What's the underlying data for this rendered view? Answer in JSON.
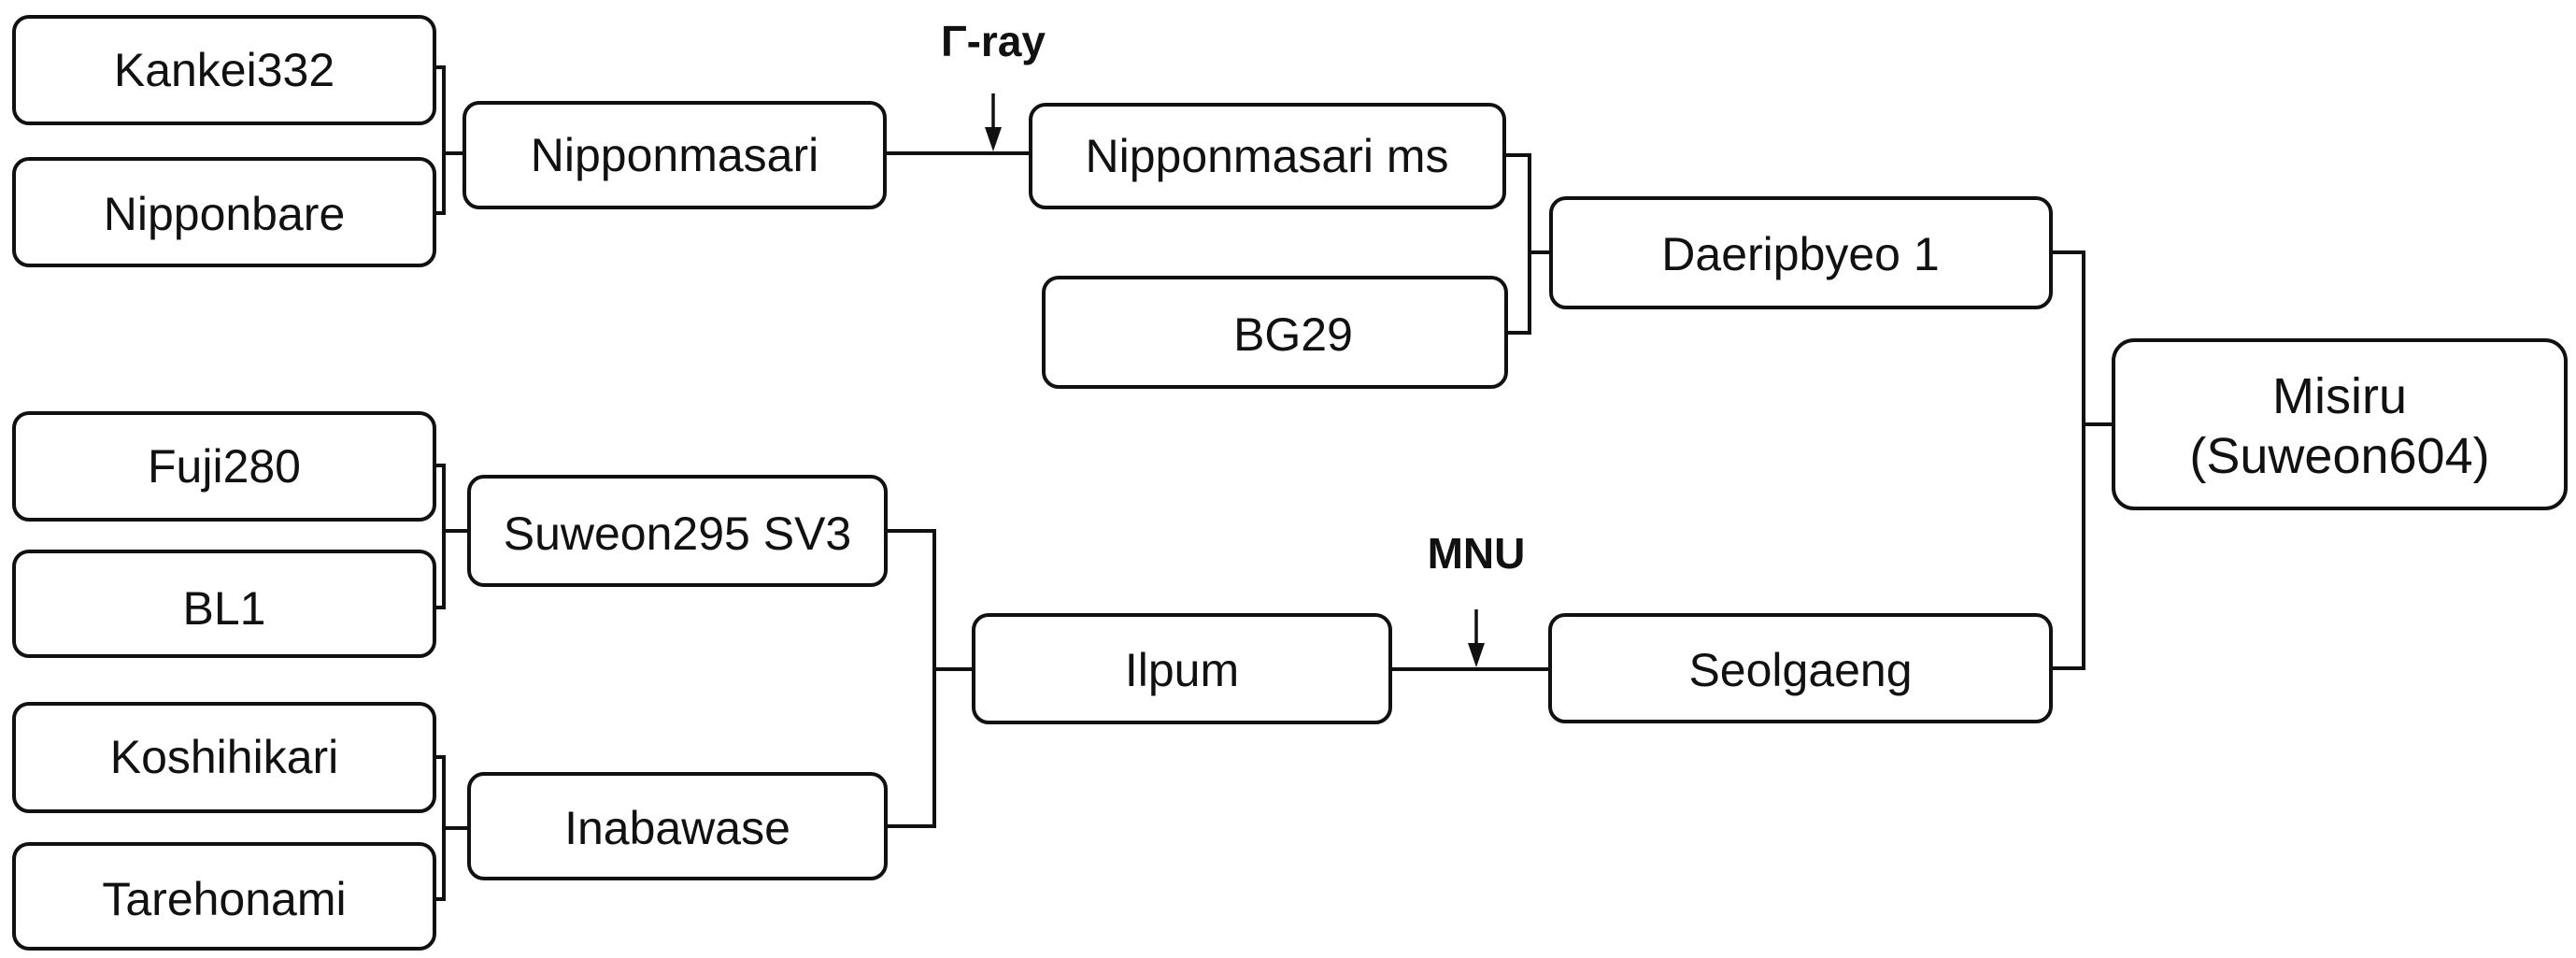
{
  "varieties": {
    "kankei332": "Kankei332",
    "nipponbare": "Nipponbare",
    "nipponmasari": "Nipponmasari",
    "nipponmasari_ms": "Nipponmasari ms",
    "bg29": "BG29",
    "daeripbyeo1": "Daeripbyeo 1",
    "fuji280": "Fuji280",
    "bl1": "BL1",
    "suweon295sv3": "Suweon295 SV3",
    "koshihikari": "Koshihikari",
    "tarehonami": "Tarehonami",
    "inabawase": "Inabawase",
    "ilpum": "Ilpum",
    "seolgaeng": "Seolgaeng",
    "misiru_line1": "Misiru",
    "misiru_line2": "(Suweon604)"
  },
  "mutagens": {
    "gamma_ray": "Γ-ray",
    "mnu": "MNU"
  }
}
